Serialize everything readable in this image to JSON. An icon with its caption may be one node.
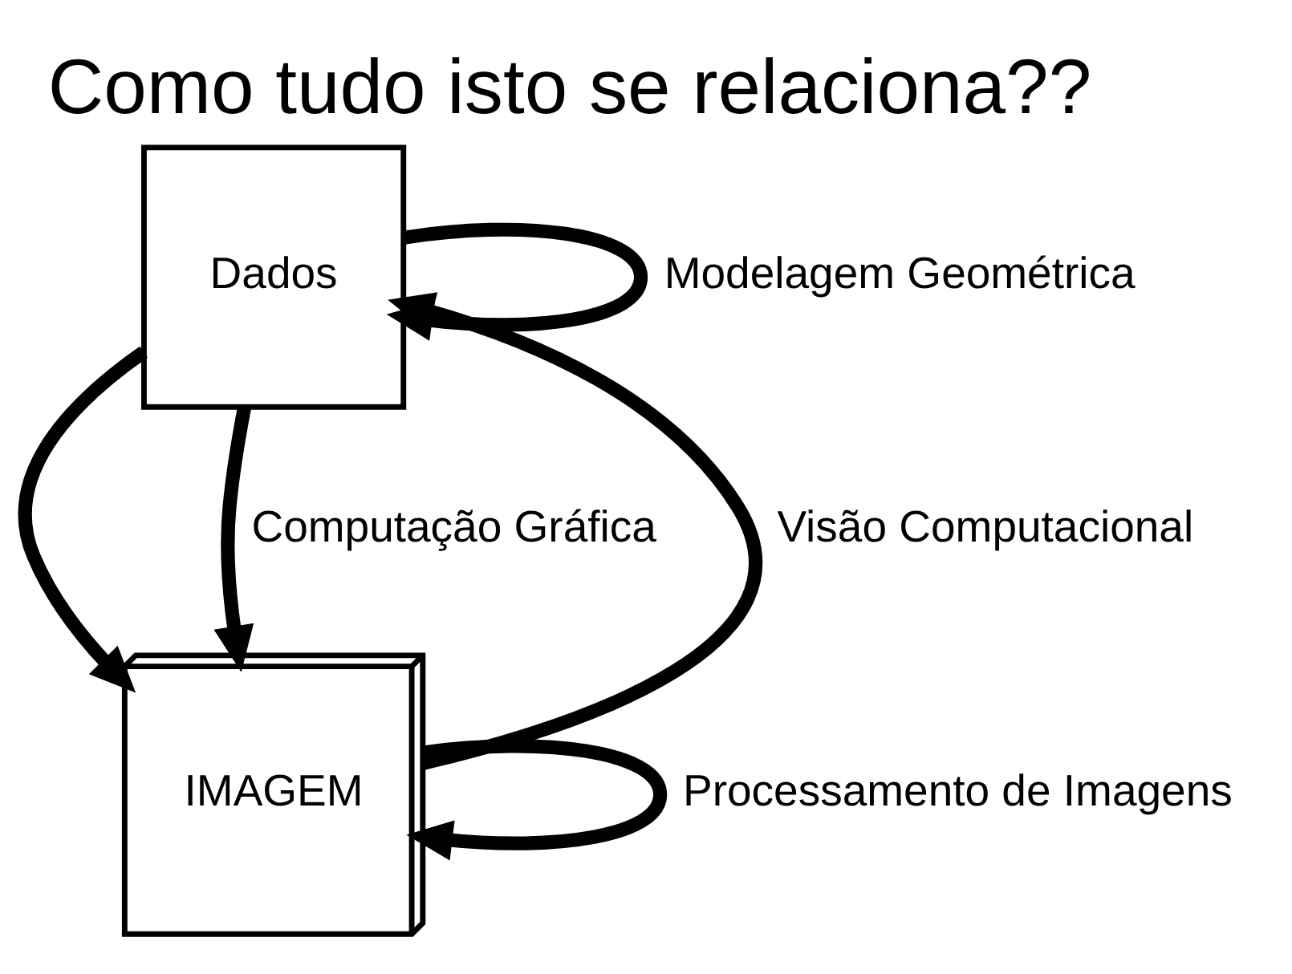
{
  "diagram": {
    "title": "Como tudo isto se relaciona??",
    "nodes": [
      {
        "text": [
          "Dados"
        ]
      },
      {
        "text": [
          "IMAGEM"
        ]
      }
    ],
    "edges": [
      {
        "from": 0,
        "to": 0,
        "arrow": "to",
        "label": "Modelagem Geométrica"
      },
      {
        "from": 0,
        "to": 1,
        "arrow": "to"
      },
      {
        "from": 0,
        "to": 1,
        "arrow": "to",
        "label": "Computação Gráfica"
      },
      {
        "from": 1,
        "to": 0,
        "arrow": "to",
        "label": "Visão Computacional"
      },
      {
        "from": 1,
        "to": 1,
        "arrow": "to",
        "label": "Processamento de Imagens"
      }
    ]
  }
}
